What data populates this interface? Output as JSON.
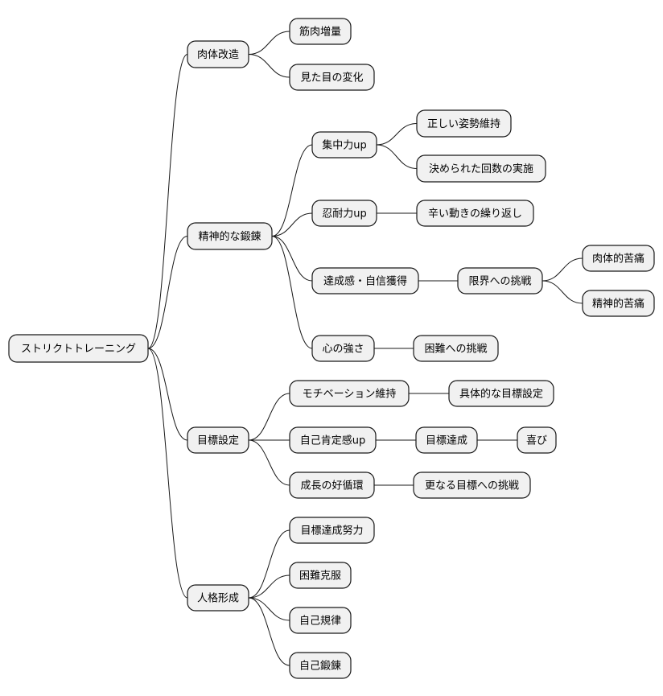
{
  "diagram": {
    "nodes": [
      {
        "id": "root",
        "label": "ストリクトトレーニング"
      },
      {
        "id": "n1",
        "label": "肉体改造"
      },
      {
        "id": "n1a",
        "label": "筋肉増量"
      },
      {
        "id": "n1b",
        "label": "見た目の変化"
      },
      {
        "id": "n2",
        "label": "精神的な鍛錬"
      },
      {
        "id": "n2a",
        "label": "集中力up"
      },
      {
        "id": "n2a1",
        "label": "正しい姿勢維持"
      },
      {
        "id": "n2a2",
        "label": "決められた回数の実施"
      },
      {
        "id": "n2b",
        "label": "忍耐力up"
      },
      {
        "id": "n2b1",
        "label": "辛い動きの繰り返し"
      },
      {
        "id": "n2c",
        "label": "達成感・自信獲得"
      },
      {
        "id": "n2c1",
        "label": "限界への挑戦"
      },
      {
        "id": "n2c1a",
        "label": "肉体的苦痛"
      },
      {
        "id": "n2c1b",
        "label": "精神的苦痛"
      },
      {
        "id": "n2d",
        "label": "心の強さ"
      },
      {
        "id": "n2d1",
        "label": "困難への挑戦"
      },
      {
        "id": "n3",
        "label": "目標設定"
      },
      {
        "id": "n3a",
        "label": "モチベーション維持"
      },
      {
        "id": "n3a1",
        "label": "具体的な目標設定"
      },
      {
        "id": "n3b",
        "label": "自己肯定感up"
      },
      {
        "id": "n3b1",
        "label": "目標達成"
      },
      {
        "id": "n3b1a",
        "label": "喜び"
      },
      {
        "id": "n3c",
        "label": "成長の好循環"
      },
      {
        "id": "n3c1",
        "label": "更なる目標への挑戦"
      },
      {
        "id": "n4",
        "label": "人格形成"
      },
      {
        "id": "n4a",
        "label": "目標達成努力"
      },
      {
        "id": "n4b",
        "label": "困難克服"
      },
      {
        "id": "n4c",
        "label": "自己規律"
      },
      {
        "id": "n4d",
        "label": "自己鍛錬"
      }
    ],
    "edges": [
      {
        "from": "root",
        "to": "n1"
      },
      {
        "from": "n1",
        "to": "n1a"
      },
      {
        "from": "n1",
        "to": "n1b"
      },
      {
        "from": "root",
        "to": "n2"
      },
      {
        "from": "n2",
        "to": "n2a"
      },
      {
        "from": "n2a",
        "to": "n2a1"
      },
      {
        "from": "n2a",
        "to": "n2a2"
      },
      {
        "from": "n2",
        "to": "n2b"
      },
      {
        "from": "n2b",
        "to": "n2b1"
      },
      {
        "from": "n2",
        "to": "n2c"
      },
      {
        "from": "n2c",
        "to": "n2c1"
      },
      {
        "from": "n2c1",
        "to": "n2c1a"
      },
      {
        "from": "n2c1",
        "to": "n2c1b"
      },
      {
        "from": "n2",
        "to": "n2d"
      },
      {
        "from": "n2d",
        "to": "n2d1"
      },
      {
        "from": "root",
        "to": "n3"
      },
      {
        "from": "n3",
        "to": "n3a"
      },
      {
        "from": "n3a",
        "to": "n3a1"
      },
      {
        "from": "n3",
        "to": "n3b"
      },
      {
        "from": "n3b",
        "to": "n3b1"
      },
      {
        "from": "n3b1",
        "to": "n3b1a"
      },
      {
        "from": "n3",
        "to": "n3c"
      },
      {
        "from": "n3c",
        "to": "n3c1"
      },
      {
        "from": "root",
        "to": "n4"
      },
      {
        "from": "n4",
        "to": "n4a"
      },
      {
        "from": "n4",
        "to": "n4b"
      },
      {
        "from": "n4",
        "to": "n4c"
      },
      {
        "from": "n4",
        "to": "n4d"
      }
    ]
  }
}
